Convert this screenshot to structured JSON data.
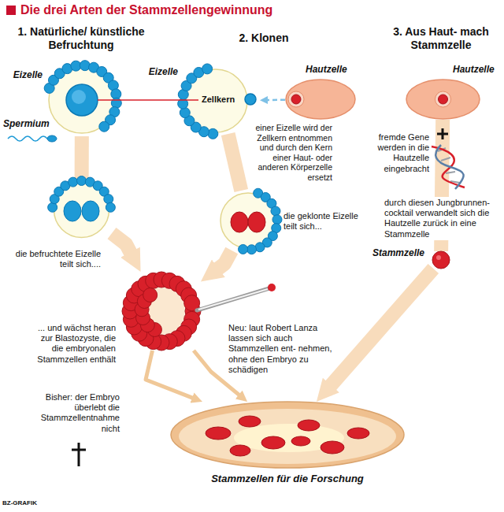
{
  "diagram": {
    "title": "Die drei Arten der Stammzellengewinnung",
    "nodes": [
      {
        "text": [
          "Eizelle"
        ]
      },
      {
        "text": [
          "Hautzelle"
        ]
      },
      {
        "text": [
          "Eizelle"
        ]
      },
      {
        "text": [
          "Hautzelle"
        ]
      },
      {
        "text": [
          "die befruchtete Eizelle teilt sich...."
        ]
      },
      {
        "text": [
          "die geklonte Eizelle teilt sich..."
        ]
      },
      {
        "text": [
          "Stammzelle"
        ]
      },
      {
        "text": [
          "... und wächst heran zur Blastozyste, die die embryonalen Stammzellen enthält"
        ]
      },
      {
        "text": [
          "Stammzellen für die Forschung"
        ]
      }
    ],
    "edges": [
      {
        "from": 0,
        "to": 4,
        "arrow": "none"
      },
      {
        "from": 1,
        "to": 2,
        "arrow": "to"
      },
      {
        "from": 2,
        "to": 5,
        "arrow": "none"
      },
      {
        "from": 3,
        "to": 6,
        "arrow": "none"
      },
      {
        "from": 4,
        "to": 7,
        "arrow": "to"
      },
      {
        "from": 5,
        "to": 7,
        "arrow": "to"
      },
      {
        "from": 7,
        "to": 8,
        "arrow": "to",
        "label": "Bisher: der Embryo überlebt die Stammzellentnahme nicht"
      },
      {
        "from": 7,
        "to": 8,
        "arrow": "to",
        "label": "Neu: laut Robert Lanza lassen sich auch Stammzellen ent- nehmen, ohne den Embryo zu schädigen"
      },
      {
        "from": 6,
        "to": 8,
        "arrow": "to"
      }
    ],
    "labels": [
      "1. Natürliche/ künstliche Befruchtung",
      "2. Klonen",
      "3. Aus Haut- mach Stammzelle",
      "Spermium",
      "Zellkern",
      "einer Eizelle wird der Zellkern entnommen und durch den Kern einer Haut- oder anderen Körperzelle ersetzt",
      "fremde Gene werden in die Hautzelle eingebracht",
      "durch diesen Jungbrunnen- cocktail verwandelt sich die Hautzelle zurück in eine Stammzelle",
      "BZ-GRAFIK"
    ]
  }
}
